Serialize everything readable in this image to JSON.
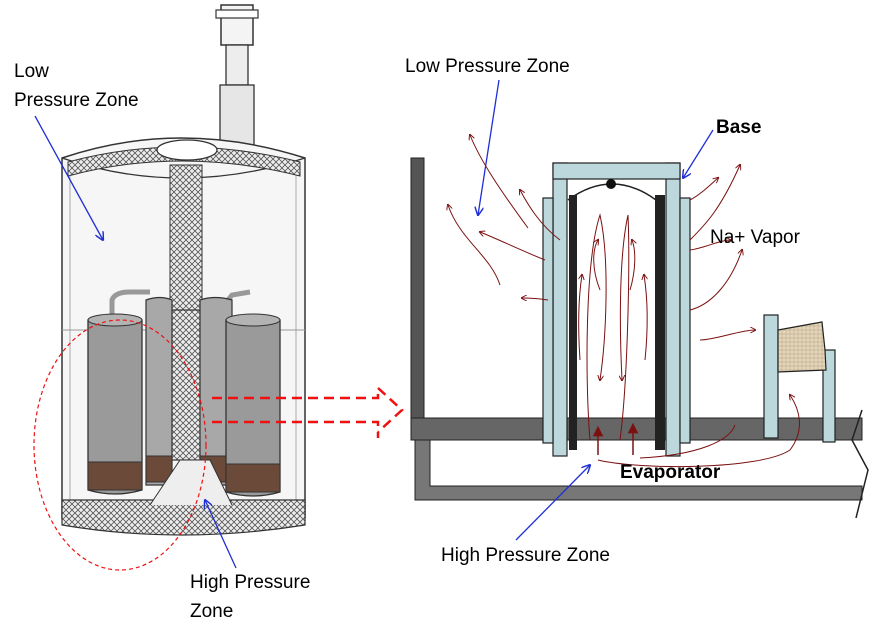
{
  "labels": {
    "left_low_line1": "Low",
    "left_low_line2": "Pressure  Zone",
    "left_high_line1": "High  Pressure",
    "left_high_line2": "Zone",
    "right_low": "Low Pressure  Zone",
    "right_base": "Base",
    "right_vapor": "Na+  Vapor",
    "right_evaporator": "Evaporator",
    "right_high": "High  Pressure  Zone"
  },
  "colors": {
    "pointer": "#1f2fd6",
    "flow_arrow": "#7a1010",
    "callout_arrow": "#ee1111",
    "wall": "#555555",
    "tube": "#bcd8dc",
    "electrode": "#222222",
    "cell_body": "#9a9a9a",
    "cell_band": "#6b4a3a",
    "ceramic": "#d8c8a8"
  }
}
